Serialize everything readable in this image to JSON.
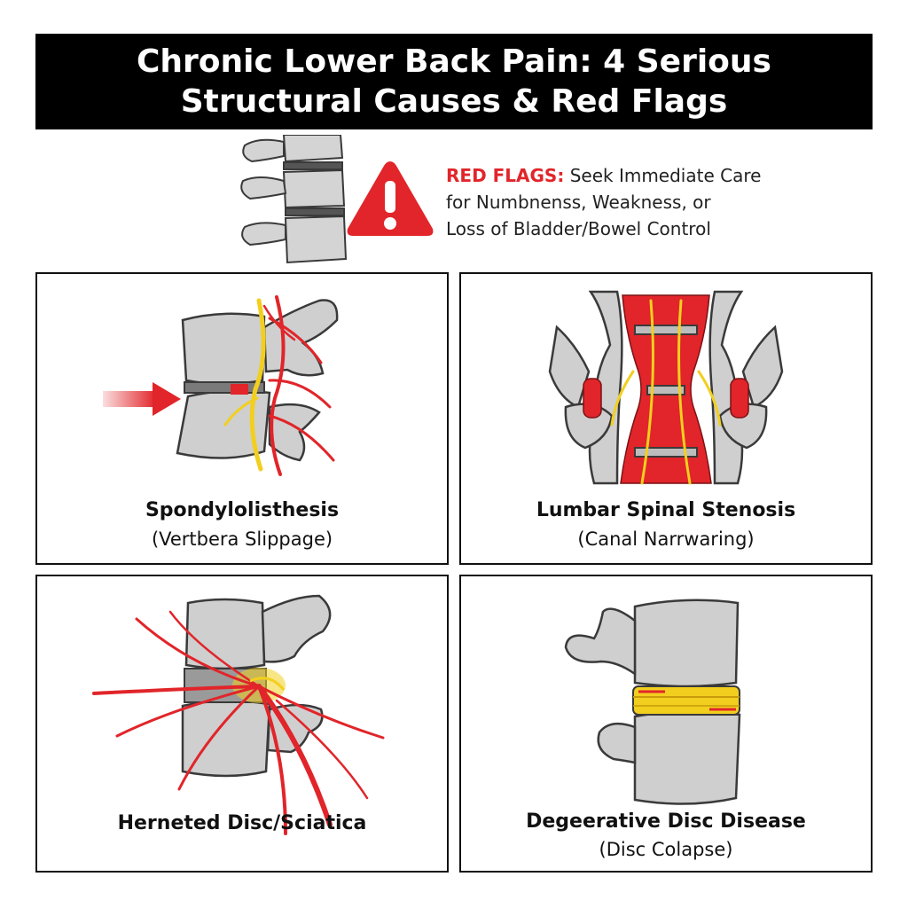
{
  "header": {
    "title_line1": "Chronic Lower Back Pain: 4 Serious",
    "title_line2": "Structural Causes & Red Flags"
  },
  "red_flags": {
    "label": "RED FLAGS:",
    "line1_rest": " Seek Immediate Care",
    "line2": "for Numbnenss, Weakness, or",
    "line3": "Loss of Bladder/Bowel Control"
  },
  "panels": [
    {
      "title": "Spondylolisthesis",
      "subtitle": "(Vertbera Slippage)"
    },
    {
      "title": "Lumbar Spinal Stenosis",
      "subtitle": "(Canal Narrwaring)"
    },
    {
      "title": "Herneted Disc/Sciatica",
      "subtitle": ""
    },
    {
      "title": "Degeerative Disc Disease",
      "subtitle": "(Disc Colapse)"
    }
  ],
  "colors": {
    "accent_red": "#e1252a",
    "nerve_yellow": "#f2cf1f",
    "bone_gray": "#cfcfcf",
    "outline": "#3a3a3a"
  }
}
